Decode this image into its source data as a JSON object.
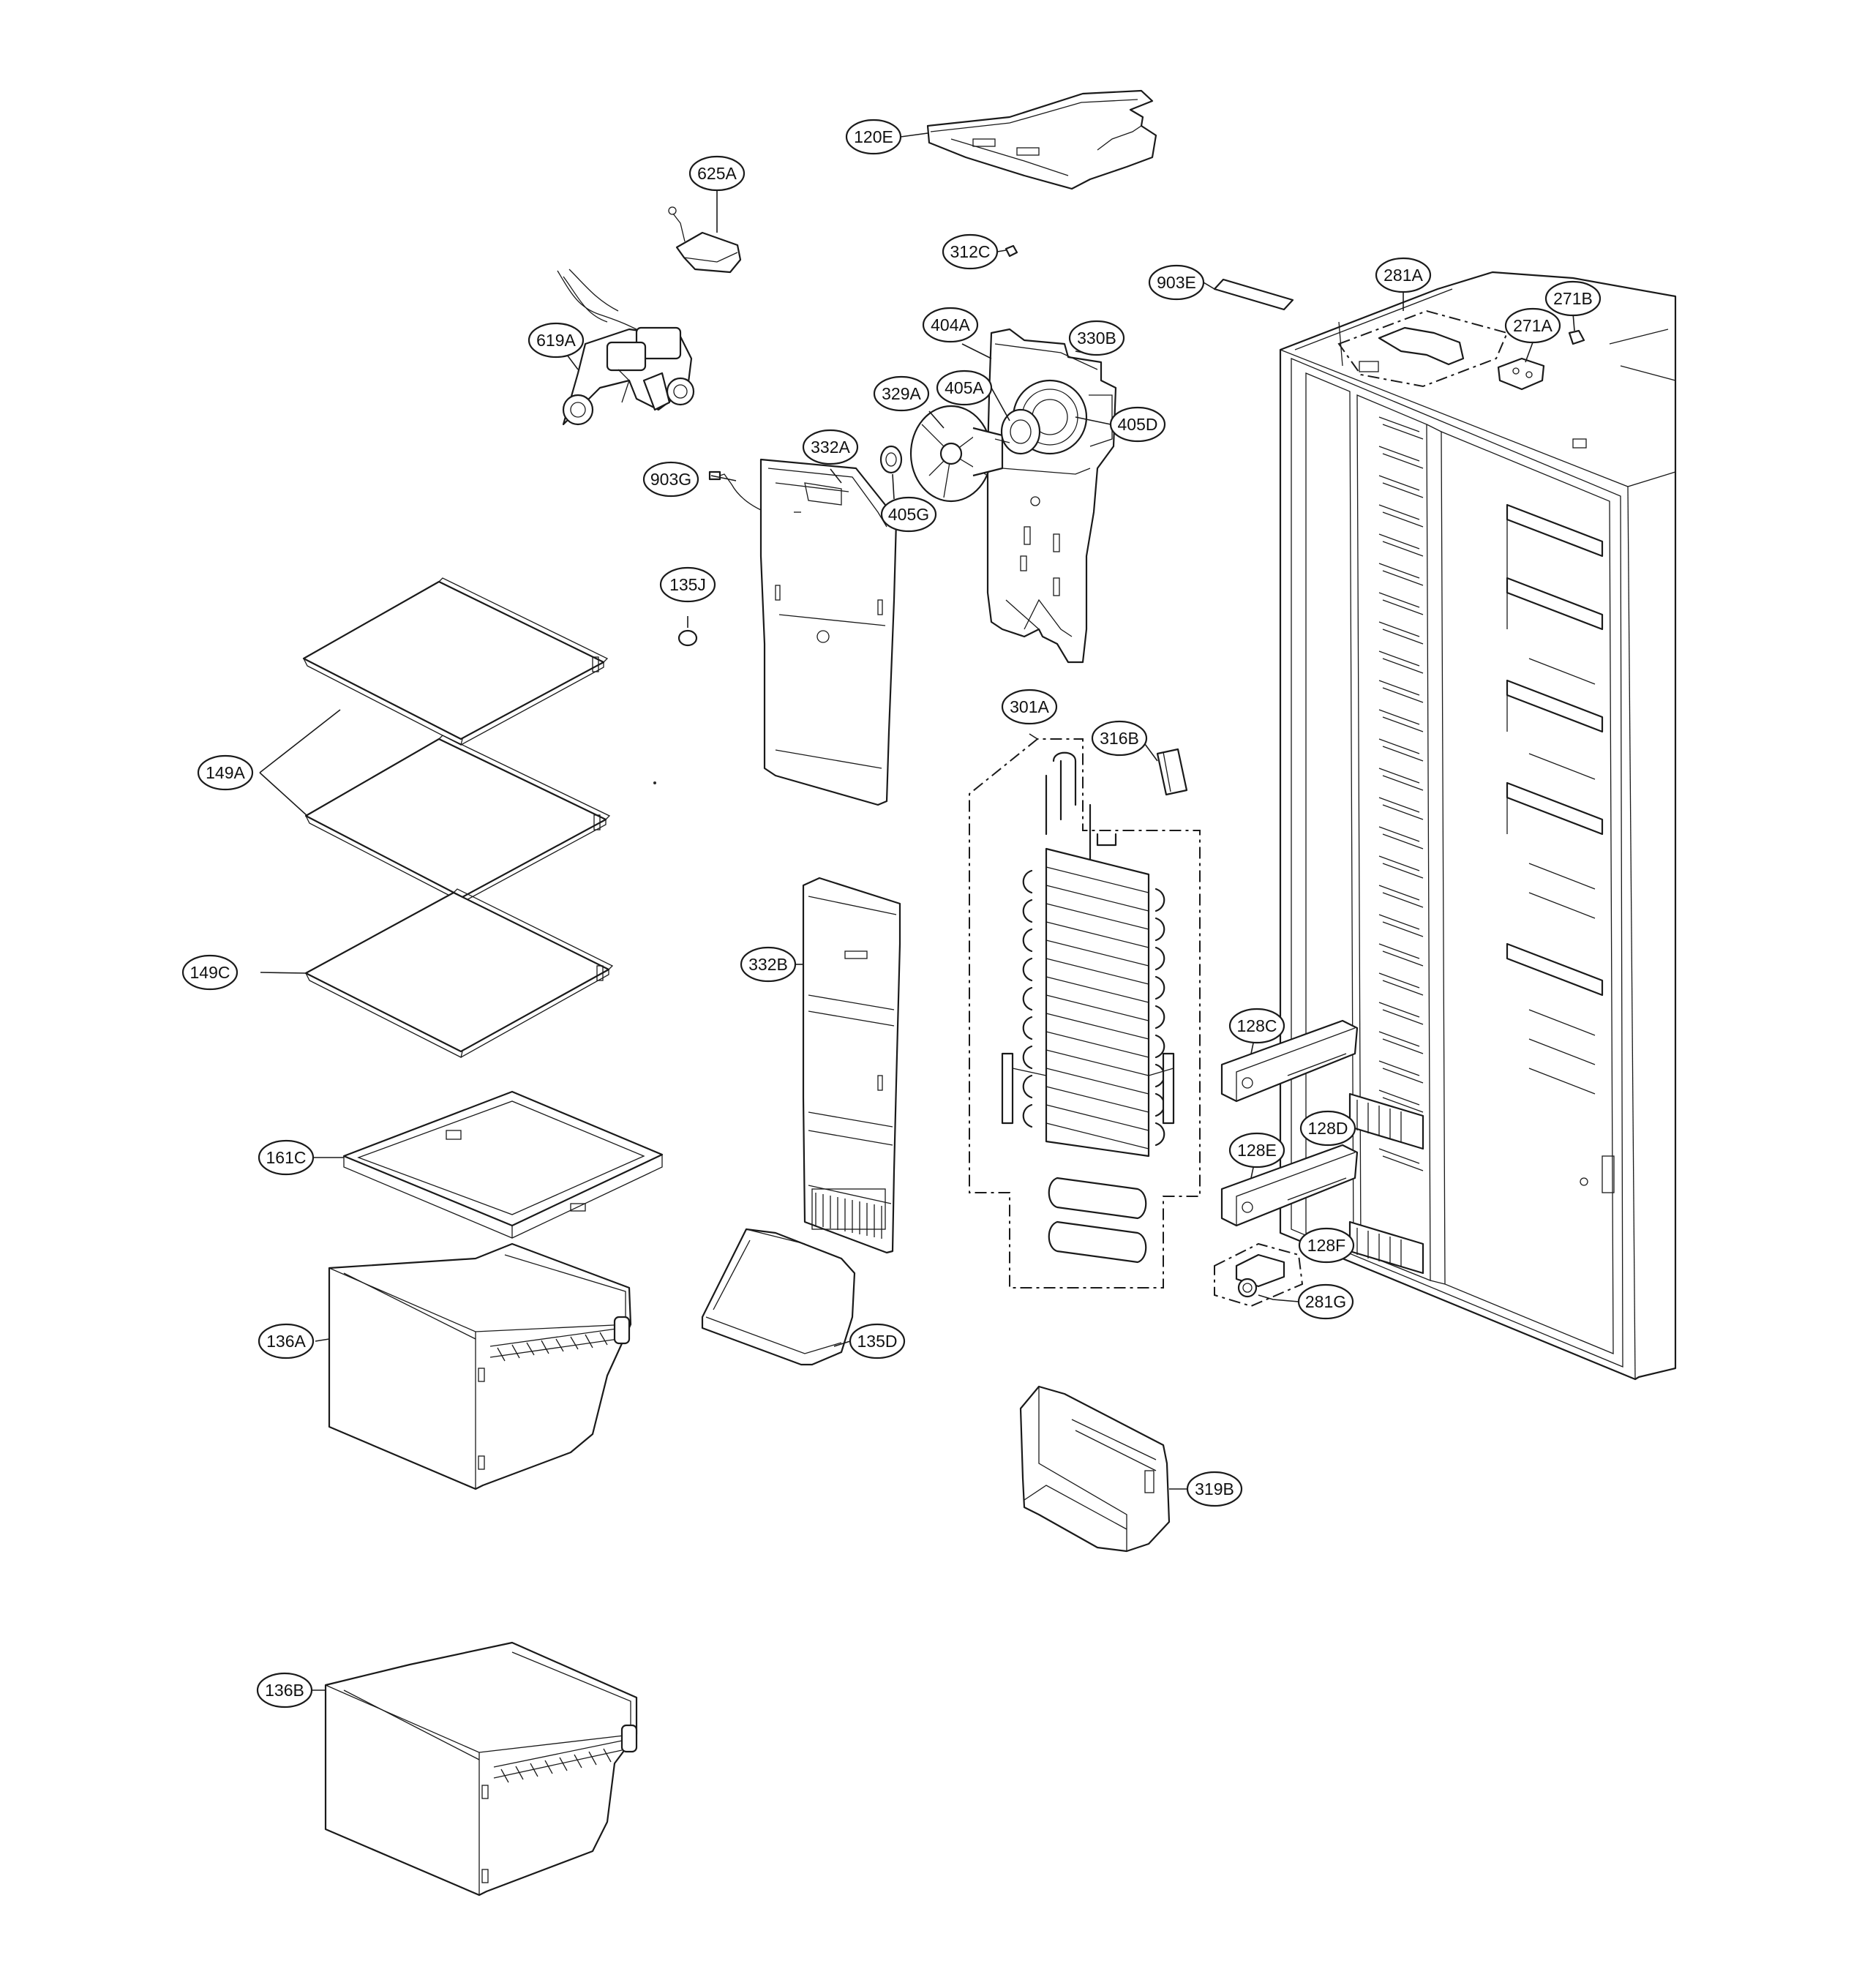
{
  "callouts": [
    {
      "id": "120E",
      "label": "120E"
    },
    {
      "id": "625A",
      "label": "625A"
    },
    {
      "id": "312C",
      "label": "312C"
    },
    {
      "id": "903E",
      "label": "903E"
    },
    {
      "id": "281A",
      "label": "281A"
    },
    {
      "id": "271A",
      "label": "271A"
    },
    {
      "id": "271B",
      "label": "271B"
    },
    {
      "id": "619A",
      "label": "619A"
    },
    {
      "id": "404A",
      "label": "404A"
    },
    {
      "id": "330B",
      "label": "330B"
    },
    {
      "id": "329A",
      "label": "329A"
    },
    {
      "id": "405A",
      "label": "405A"
    },
    {
      "id": "405D",
      "label": "405D"
    },
    {
      "id": "332A",
      "label": "332A"
    },
    {
      "id": "903G",
      "label": "903G"
    },
    {
      "id": "405G",
      "label": "405G"
    },
    {
      "id": "135J",
      "label": "135J"
    },
    {
      "id": "149A",
      "label": "149A"
    },
    {
      "id": "301A",
      "label": "301A"
    },
    {
      "id": "316B",
      "label": "316B"
    },
    {
      "id": "149C",
      "label": "149C"
    },
    {
      "id": "332B",
      "label": "332B"
    },
    {
      "id": "128C",
      "label": "128C"
    },
    {
      "id": "128D",
      "label": "128D"
    },
    {
      "id": "161C",
      "label": "161C"
    },
    {
      "id": "128E",
      "label": "128E"
    },
    {
      "id": "128F",
      "label": "128F"
    },
    {
      "id": "281G",
      "label": "281G"
    },
    {
      "id": "136A",
      "label": "136A"
    },
    {
      "id": "135D",
      "label": "135D"
    },
    {
      "id": "319B",
      "label": "319B"
    },
    {
      "id": "136B",
      "label": "136B"
    }
  ]
}
